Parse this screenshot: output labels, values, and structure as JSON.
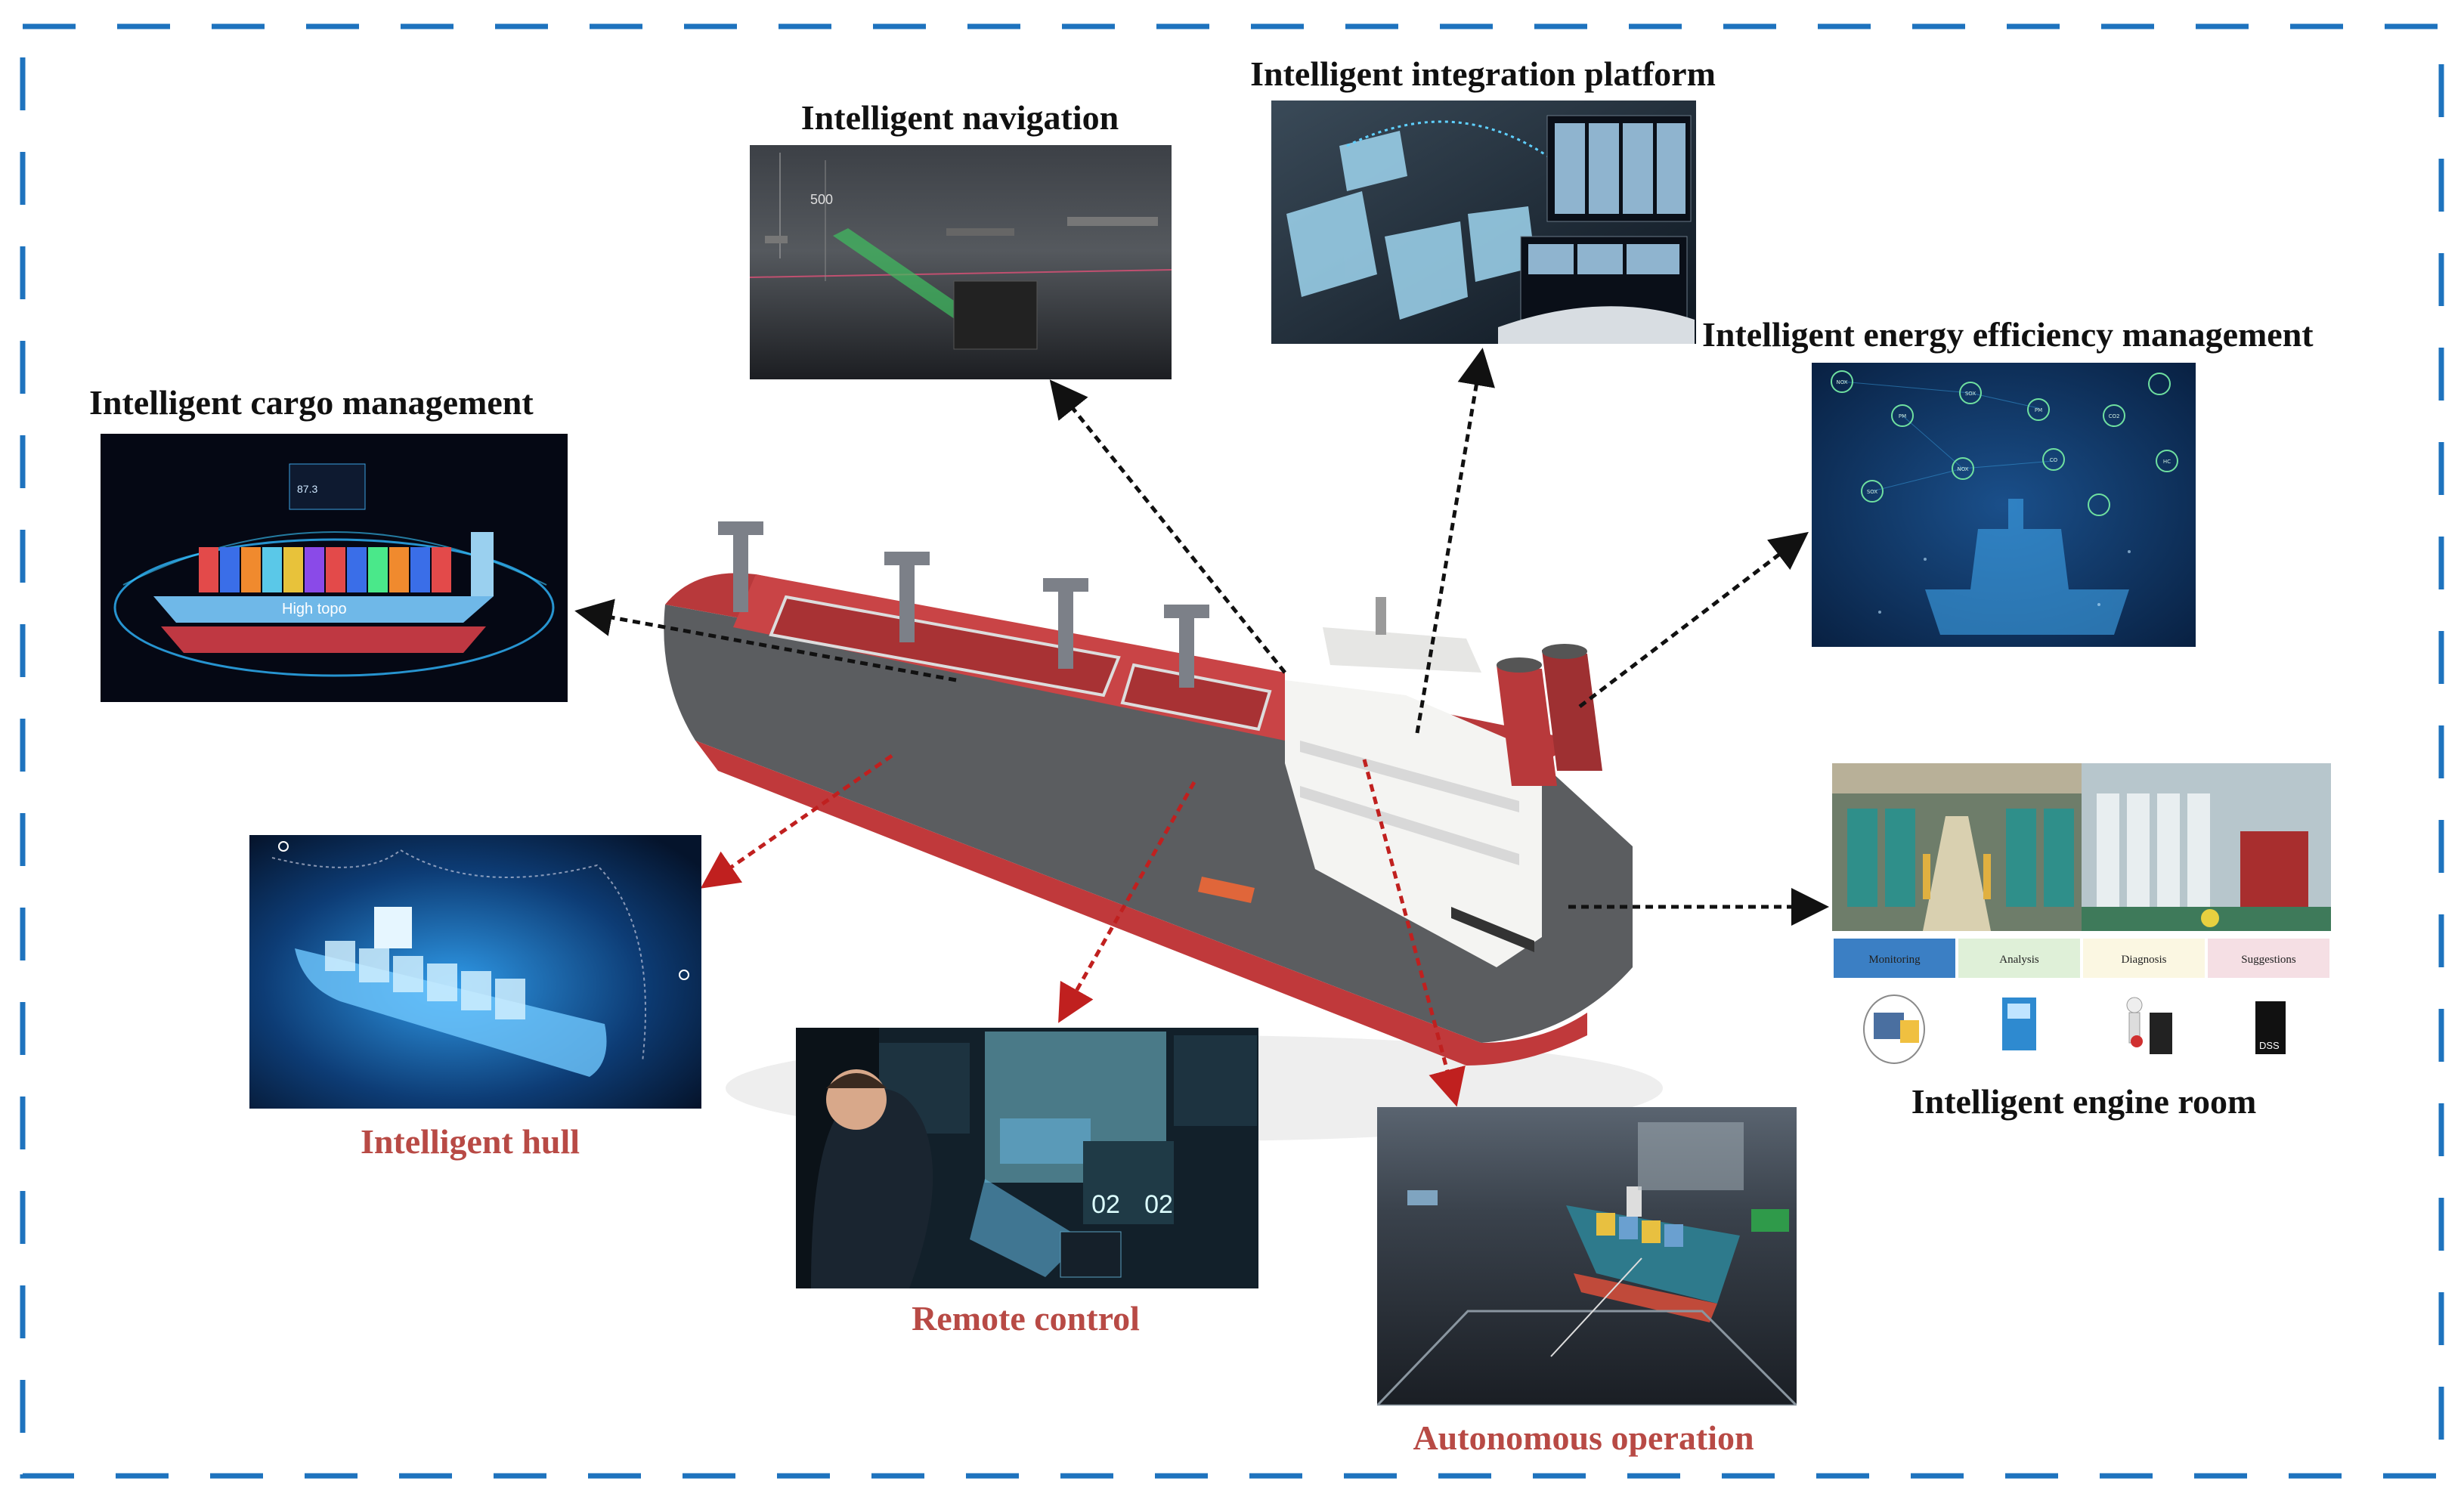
{
  "labels": {
    "navigation": "Intelligent navigation",
    "integration": "Intelligent integration platform",
    "energy": "Intelligent energy efficiency management",
    "cargo": "Intelligent cargo management",
    "engine_room": "Intelligent engine room",
    "hull": "Intelligent hull",
    "remote": "Remote control",
    "autonomous": "Autonomous operation"
  },
  "navigation_panel": {
    "speed_readout": "500"
  },
  "cargo_panel": {
    "ship_text": "High topo",
    "readout": "87.3"
  },
  "energy_panel": {
    "nodes": [
      "NOX",
      "SOX",
      "PM",
      "CO2",
      "CO",
      "HC",
      "NOX",
      "SOX",
      "PM"
    ]
  },
  "engine_panel": {
    "tabs": [
      "Monitoring",
      "Analysis",
      "Diagnosis",
      "Suggestions"
    ],
    "tab_colors": [
      "#3b7fc4",
      "#dff0d8",
      "#fbf7e2",
      "#f5dfe4"
    ],
    "dss_text": "DSS"
  },
  "remote_panel": {
    "gauge_values": [
      "02",
      "02"
    ]
  },
  "colors": {
    "frame": "#1e73be",
    "arrow_black": "#111111",
    "arrow_red": "#c0201f",
    "label_red": "#b84a45"
  }
}
